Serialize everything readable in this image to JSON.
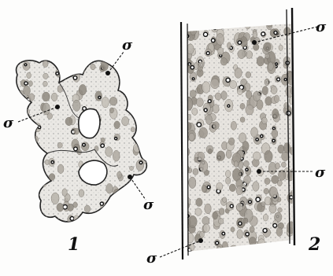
{
  "figure_numbers": [
    "1",
    "2"
  ],
  "pointer_label": "σ",
  "figure1": {
    "pointer_count": 3
  },
  "figure2": {
    "pointer_count": 3
  }
}
